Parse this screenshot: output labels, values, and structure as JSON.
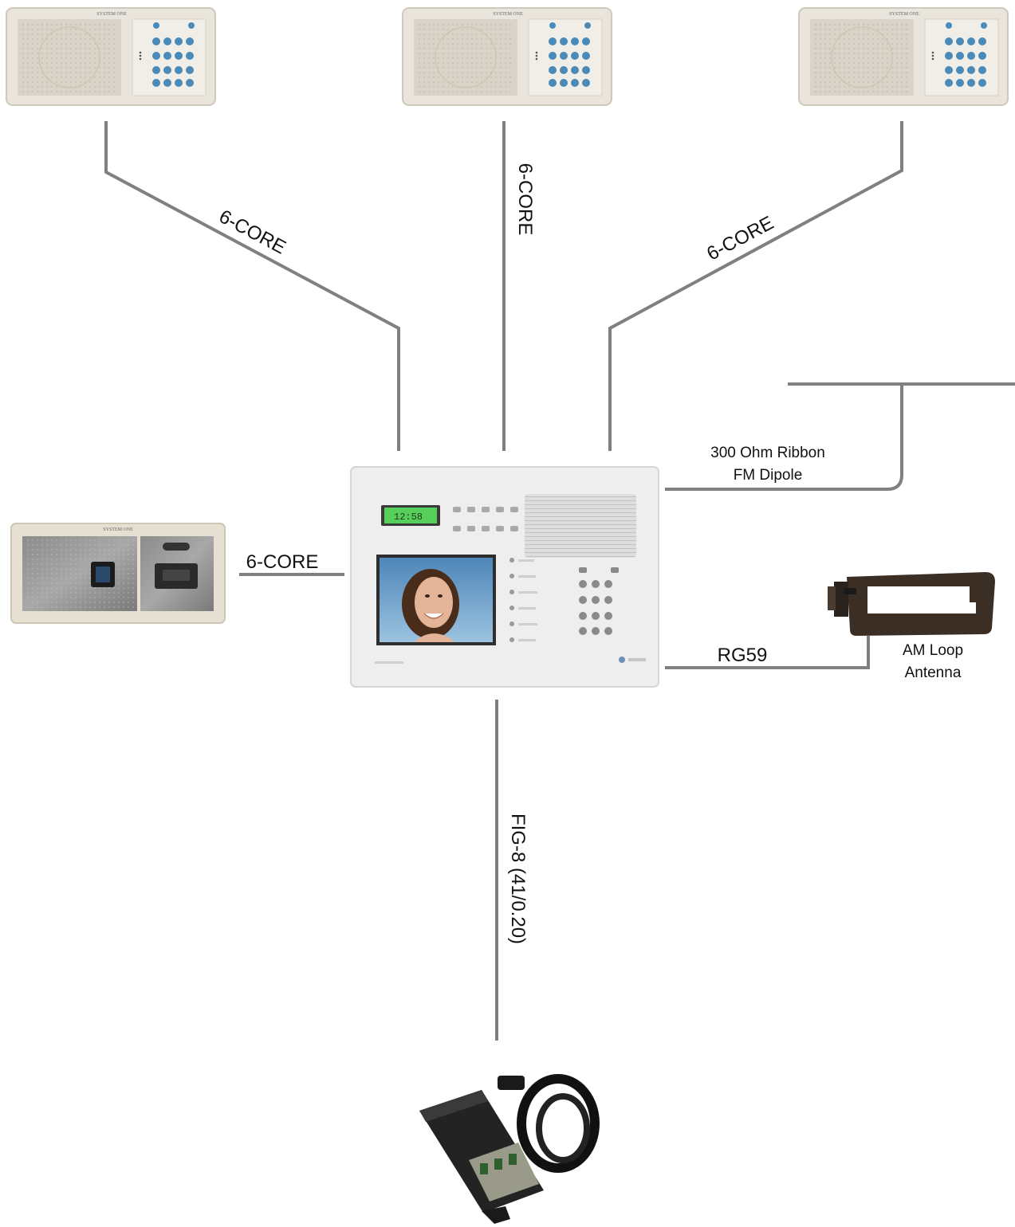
{
  "diagram": {
    "colors": {
      "wire": "#808080",
      "device_body": "#e9e5dc",
      "panel_body": "#eeeeee",
      "lcd": "#56d05a",
      "button": "#4a8ab8",
      "power_pack": "#222222"
    },
    "devices": {
      "room_station_1": {
        "brand": "SYSTEM ONE"
      },
      "room_station_2": {
        "brand": "SYSTEM ONE"
      },
      "room_station_3": {
        "brand": "SYSTEM ONE"
      },
      "door_station": {
        "brand": "SYSTEM ONE"
      },
      "master_panel": {
        "lcd_text": "12:58"
      },
      "am_loop_antenna": {
        "icon": "loop-antenna-icon"
      },
      "power_supply": {
        "icon": "power-pack-icon"
      }
    },
    "connections": {
      "room_1": "6-CORE",
      "room_2": "6-CORE",
      "room_3": "6-CORE",
      "door_station": "6-CORE",
      "fm_line1": "300 Ohm Ribbon",
      "fm_line2": "FM Dipole",
      "am": "RG59",
      "am_antenna_line1": "AM Loop",
      "am_antenna_line2": "Antenna",
      "power": "FIG-8 (41/0.20)"
    }
  }
}
